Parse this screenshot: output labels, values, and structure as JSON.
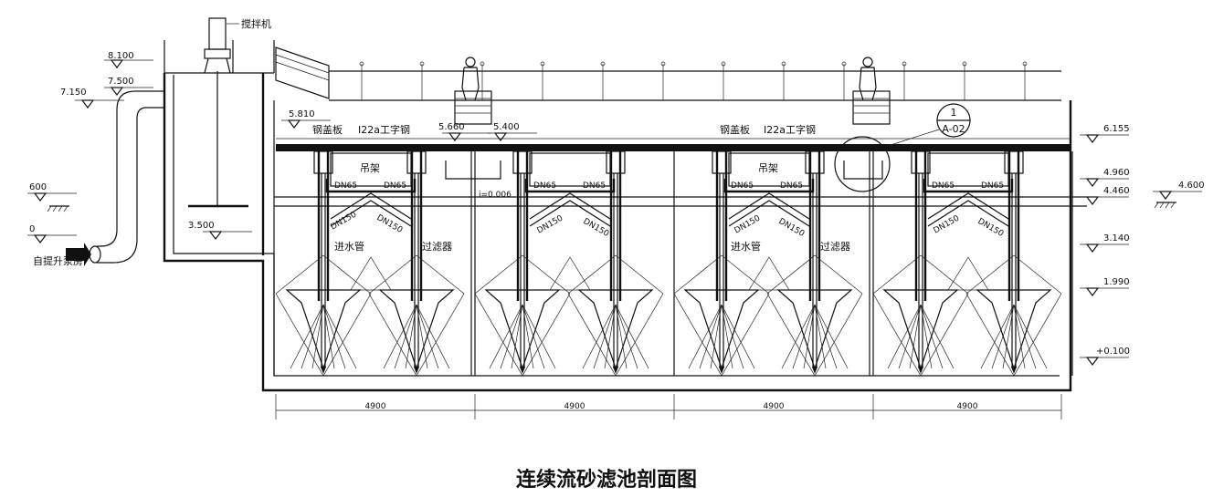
{
  "caption": "连续流砂滤池剖面图",
  "elevations": {
    "top_8100": "8.100",
    "top_7500": "7.500",
    "left_7150": "7.150",
    "left_5810": "5.810",
    "ground_600": "600",
    "ground_0": "0",
    "tank_3500": "3.500",
    "walk_5660": "5.660",
    "walk_5400": "5.400",
    "right_6155": "6.155",
    "right_4960": "4.960",
    "right_4460": "4.460",
    "right_3140": "3.140",
    "right_1990": "1.990",
    "right_0100": "+0.100",
    "outside_4600": "4.600"
  },
  "labels": {
    "mixer": "搅拌机",
    "lift_pump": "自提升泵房",
    "steel_cover_1": "钢盖板",
    "ibeam_1": "I22a工字钢",
    "steel_cover_2": "钢盖板",
    "ibeam_2": "I22a工字钢",
    "hanger_1": "吊架",
    "hanger_2": "吊架",
    "slope": "i=0.006",
    "dn65": "DN65",
    "dn150": "DN150",
    "inlet_pipe_1": "进水管",
    "filter_1": "过滤器",
    "inlet_pipe_2": "进水管",
    "filter_2": "过滤器",
    "detail_num": "1",
    "detail_ref": "A-02"
  },
  "dimensions": [
    "4900",
    "4900",
    "4900",
    "4900"
  ],
  "colors": {
    "line": "#111111",
    "background": "#ffffff"
  }
}
